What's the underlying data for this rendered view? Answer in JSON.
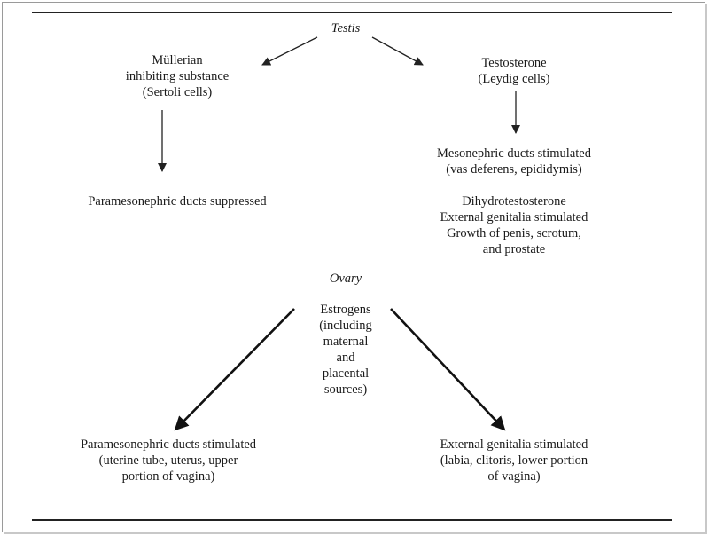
{
  "diagram": {
    "testis": {
      "title": "Testis"
    },
    "mullerian": {
      "lines": [
        "Müllerian",
        "inhibiting substance",
        "(Sertoli cells)"
      ]
    },
    "testosterone": {
      "lines": [
        "Testosterone",
        "(Leydig cells)"
      ]
    },
    "parameso_suppressed": {
      "text": "Paramesonephric ducts suppressed"
    },
    "mesonephric": {
      "lines": [
        "Mesonephric ducts stimulated",
        "(vas deferens, epididymis)"
      ]
    },
    "dht": {
      "lines": [
        "Dihydrotestosterone",
        "External genitalia stimulated",
        "Growth of penis, scrotum,",
        "and prostate"
      ]
    },
    "ovary": {
      "title": "Ovary"
    },
    "estrogens": {
      "lines": [
        "Estrogens",
        "(including",
        "maternal",
        "and",
        "placental",
        "sources)"
      ]
    },
    "parameso_stimulated": {
      "lines": [
        "Paramesonephric ducts stimulated",
        "(uterine tube, uterus, upper",
        "portion of vagina)"
      ]
    },
    "external_female": {
      "lines": [
        "External genitalia stimulated",
        "(labia, clitoris, lower portion",
        "of vagina)"
      ]
    }
  }
}
